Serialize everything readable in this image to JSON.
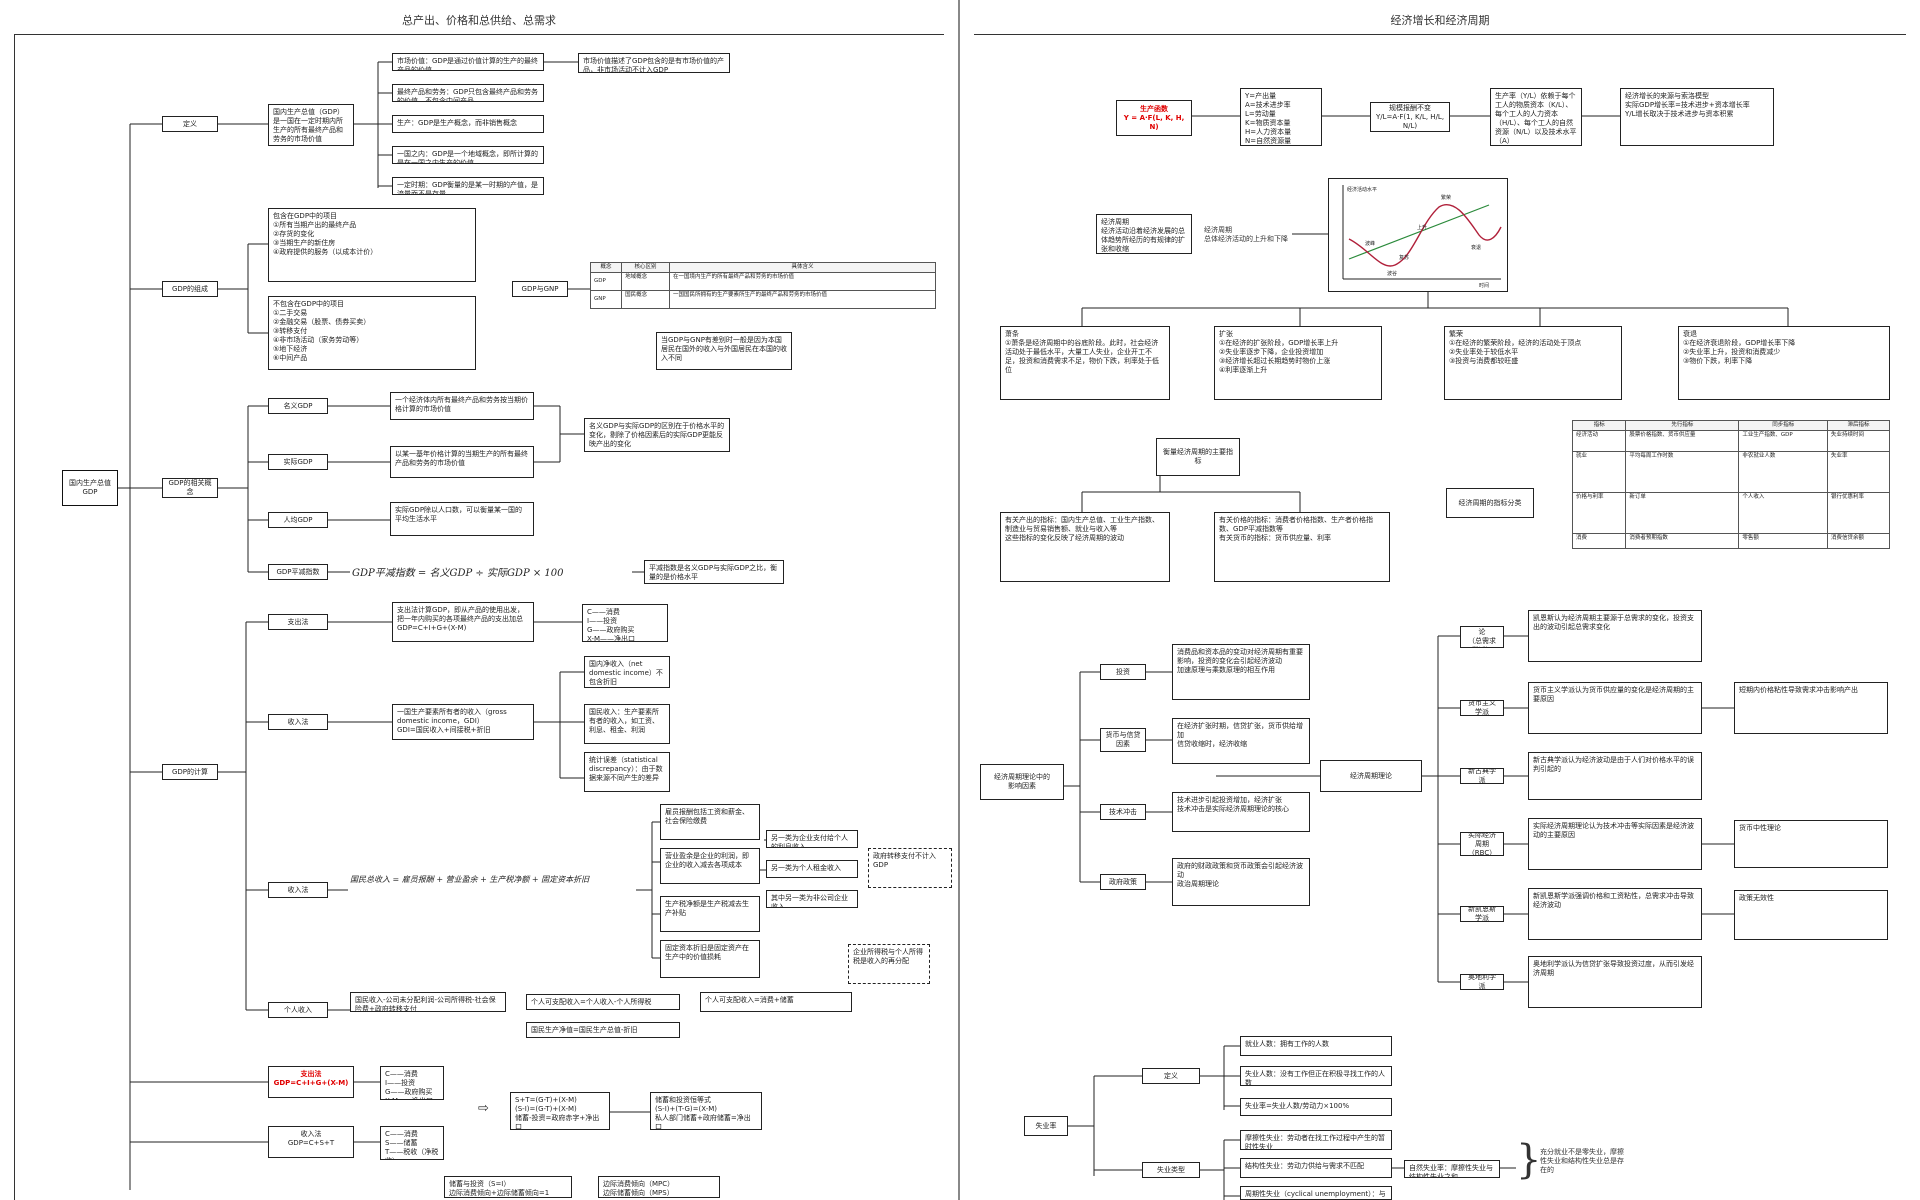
{
  "left_title": "总产出、价格和总供给、总需求",
  "right_title": "经济增长和经济周期",
  "left": {
    "root": "国内生产总值\nGDP",
    "definition": "定义",
    "gdp_def": "国内生产总值（GDP）是一国在一定时期内所生产的所有最终产品和劳务的市场价值",
    "def_points": [
      "市场价值：GDP是通过价值计算的生产的最终产品的价值",
      "最终产品和劳务：GDP只包含最终产品和劳务的价值，不包含中间产品",
      "生产：GDP是生产概念，而非销售概念",
      "一国之内：GDP是一个地域概念，即所计算的是在一国之内生产的价值",
      "一定时期：GDP衡量的是某一时期的产值，是流量而不是存量"
    ],
    "def_note": "市场价值描述了GDP包含的是有市场价值的产品，非市场活动不计入GDP",
    "composition": "GDP的组成",
    "comp_a": "包含在GDP中的项目\n①所有当期产出的最终产品\n②存货的变化\n③当期生产的新住房\n④政府提供的服务（以成本计价）",
    "comp_b": "不包含在GDP中的项目\n①二手交易\n②金融交易（股票、债券买卖）\n③转移支付\n④非市场活动（家务劳动等）\n⑤地下经济\n⑥中间产品",
    "gdp_gnp": "GDP与GNP",
    "gdp_gnp_note": "当GDP与GNP有差别时一般是因为本国居民在国外的收入与外国居民在本国的收入不同",
    "table_head": [
      "概念",
      "核心区别",
      "具体含义"
    ],
    "table_rows": [
      [
        "GDP",
        "地域概念",
        "在一国境内生产的所有最终产品和劳务的市场价值"
      ],
      [
        "GNP",
        "国民概念",
        "一国国民所拥有的生产要素所生产的最终产品和劳务的市场价值"
      ]
    ],
    "concepts": "GDP的相关概念",
    "nominal": "名义GDP",
    "nominal_desc": "一个经济体内所有最终产品和劳务按当期价格计算的市场价值",
    "real": "实际GDP",
    "real_desc": "以某一基年价格计算的当期生产的所有最终产品和劳务的市场价值",
    "nominal_real_note": "名义GDP与实际GDP的区别在于价格水平的变化，剔除了价格因素后的实际GDP更能反映产出的变化",
    "per_capita": "人均GDP",
    "per_capita_desc": "实际GDP除以人口数，可以衡量某一国的平均生活水平",
    "deflator": "GDP平减指数",
    "deflator_formula": "GDP平减指数 = 名义GDP ÷ 实际GDP × 100",
    "deflator_note": "平减指数是名义GDP与实际GDP之比，衡量的是价格水平",
    "accounting": "GDP的计算",
    "expenditure": "支出法",
    "exp_desc": "支出法计算GDP，即从产品的使用出发，把一年内购买的各项最终产品的支出加总\nGDP=C+I+G+(X-M)",
    "exp_items": "C——消费\nI——投资\nG——政府购买\nX-M——净出口",
    "income_m": "收入法",
    "income_desc": "一国生产要素所有者的收入（gross domestic income，GDI）\nGDI=国民收入+间接税+折旧",
    "income_items": [
      "国内净收入（net domestic income）不包含折旧",
      "国民收入：生产要素所有者的收入，如工资、利息、租金、利润",
      "统计误差（statistical discrepancy）：由于数据来源不同产生的差异"
    ],
    "income_sum": "收入法",
    "income_sum_formula": "国民总收入 = 雇员报酬 + 营业盈余 + 生产税净额 + 固定资本折旧",
    "income_sum_items": [
      "雇员报酬包括工资和薪金、社会保险缴费",
      "营业盈余是企业的利润，即企业的收入减去各项成本",
      "生产税净额是生产税减去生产补贴",
      "固定资本折旧是固定资产在生产中的价值损耗"
    ],
    "income_sum_sub": [
      "另一类为企业支付给个人的利息收入",
      "另一类为个人租金收入",
      "其中另一类为非公司企业收入"
    ],
    "income_sum_notes": [
      "政府转移支付不计入GDP",
      "企业所得税与个人所得税是收入的再分配"
    ],
    "disposable": "个人收入",
    "disp_row": [
      "国民收入-公司未分配利润-公司所得税-社会保险费+政府转移支付",
      "个人可支配收入=个人收入-个人所得税",
      "个人可支配收入=消费+储蓄"
    ],
    "disp_note": "国民生产净值=国民生产总值-折旧",
    "identity_exp": "支出法\nGDP=C+I+G+(X-M)",
    "identity_exp_items": "C——消费\nI——投资\nG——政府购买\nX-M——净出口",
    "identity_inc": "收入法\nGDP=C+S+T",
    "identity_inc_items": "C——消费\nS——储蓄\nT——税收（净税收）",
    "identity_eq": "S+T=(G-T)+(X-M)\n(S-I)=(G-T)+(X-M)\n储蓄-投资=政府赤字+净出口",
    "identity_desc": "储蓄和投资恒等式\n(S-I)+(T-G)=(X-M)\n私人部门储蓄+政府储蓄=净出口",
    "bottom_box": "储蓄与投资（S=I）\n边际消费倾向+边际储蓄倾向=1",
    "bottom_note": "边际消费倾向（MPC）\n边际储蓄倾向（MPS）"
  },
  "right": {
    "production": "生产函数\nY = A·F(L, K, H, N)",
    "prod_vars": "Y=产出量\nA=技术进步率\nL=劳动量\nK=物质资本量\nH=人力资本量\nN=自然资源量",
    "prod_form": "规模报酬不变\nY/L=A·F(1, K/L, H/L, N/L)",
    "prod_percap": "生产率（Y/L）依赖于每个工人的物质资本（K/L）、每个工人的人力资本（H/L）、每个工人的自然资源（N/L）以及技术水平（A）",
    "prod_growth": "经济增长的来源与索洛模型\n实际GDP增长率=技术进步+资本增长率\nY/L增长取决于技术进步与资本积累",
    "cycle_def": "经济周期\n经济活动沿着经济发展的总体趋势所经历的有规律的扩张和收缩",
    "cycle_arrow": "经济周期\n总体经济活动的上升和下降",
    "chart": {
      "labels": [
        "波峰",
        "波谷",
        "上升",
        "衰退",
        "复苏",
        "繁荣"
      ],
      "xlabel": "时间",
      "ylabel": "经济活动水平"
    },
    "phases": [
      "萧条\n①萧条是经济周期中的谷底阶段。此时，社会经济活动处于最低水平，大量工人失业，企业开工不足，投资和消费需求不足，物价下跌，利率处于低位",
      "扩张\n①在经济的扩张阶段，GDP增长率上升\n②失业率逐步下降，企业投资增加\n③经济增长超过长期趋势时物价上涨\n④利率逐渐上升",
      "繁荣\n①在经济的繁荣阶段，经济的活动处于顶点\n②失业率处于较低水平\n③投资与消费都较旺盛",
      "衰退\n①在经济衰退阶段，GDP增长率下降\n②失业率上升，投资和消费减少\n③物价下跌，利率下降"
    ],
    "measure": "衡量经济周期的主要指标",
    "measure_l": "有关产出的指标：国内生产总值、工业生产指数、制造业与贸易销售额、就业与收入等\n这些指标的变化反映了经济周期的波动",
    "measure_r": "有关价格的指标：消费者价格指数、生产者价格指数、GDP平减指数等\n有关货币的指标：货币供应量、利率",
    "leading": "经济周期的指标分类",
    "ind_head": [
      "指标",
      "先行指标",
      "同步指标",
      "滞后指标"
    ],
    "ind_rows": [
      [
        "经济活动",
        "股票价格指数、货币供应量",
        "工业生产指数、GDP",
        "失业持续时间"
      ],
      [
        "就业",
        "平均每周工作时数",
        "非农就业人数",
        "失业率"
      ],
      [
        "价格与利率",
        "新订单",
        "个人收入",
        "银行优惠利率"
      ],
      [
        "消费",
        "消费者预期指数",
        "零售额",
        "消费信贷余额"
      ]
    ],
    "causes": "经济周期理论中的\n影响因素",
    "cause_items": [
      "投资",
      "货币与信贷\n因素",
      "技术冲击",
      "政府政策"
    ],
    "cause_desc": [
      "消费品和资本品的变动对经济周期有重要影响，投资的变化会引起经济波动\n加速原理与乘数原理的相互作用",
      "在经济扩张时期，信贷扩张，货币供给增加\n信贷收缩时，经济收缩",
      "技术进步引起投资增加，经济扩张\n技术冲击是实际经济周期理论的核心",
      "政府的财政政策和货币政策会引起经济波动\n政治周期理论"
    ],
    "theory": "经济周期理论",
    "theory_items": [
      "凯恩斯理论\n（总需求学派）",
      "货币主义学派",
      "新古典学派",
      "实际经济周期\n（RBC）",
      "新凯恩斯学派",
      "奥地利学派"
    ],
    "theory_desc": [
      "凯恩斯认为经济周期主要源于总需求的变化，投资支出的波动引起总需求变化",
      "货币主义学派认为货币供应量的变化是经济周期的主要原因",
      "新古典学派认为经济波动是由于人们对价格水平的误判引起的",
      "实际经济周期理论认为技术冲击等实际因素是经济波动的主要原因",
      "新凯恩斯学派强调价格和工资粘性，总需求冲击导致经济波动",
      "奥地利学派认为信贷扩张导致投资过度，从而引发经济周期"
    ],
    "theory_notes": [
      "短期内价格粘性导致需求冲击影响产出",
      "货币中性理论",
      "政策无效性"
    ],
    "unemp": "失业率",
    "unemp_def": "定义",
    "unemp_def_items": [
      "就业人数：拥有工作的人数",
      "失业人数：没有工作但正在积极寻找工作的人数",
      "失业率=失业人数/劳动力×100%"
    ],
    "unemp_type": "失业类型",
    "unemp_type_items": [
      "摩擦性失业：劳动者在找工作过程中产生的暂时性失业",
      "结构性失业：劳动力供给与需求不匹配",
      "周期性失业（cyclical unemployment）：与经济周期相关"
    ],
    "natural": "自然失业率：摩擦性失业与结构性失业之和",
    "unemp_note": "充分就业不是零失业，摩擦性失业和结构性失业总是存在的"
  }
}
